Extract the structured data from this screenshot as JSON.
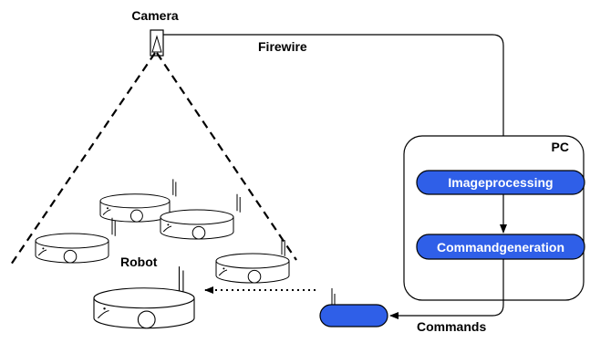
{
  "labels": {
    "camera": "Camera",
    "firewire": "Firewire",
    "pc": "PC",
    "image_processing": "Imageprocessing",
    "command_generation": "Commandgeneration",
    "robot": "Robot",
    "commands": "Commands"
  },
  "colors": {
    "process_box": "#2f5fe8",
    "transmitter": "#2f5fe8",
    "line": "#000000",
    "box_text": "#ffffff"
  }
}
